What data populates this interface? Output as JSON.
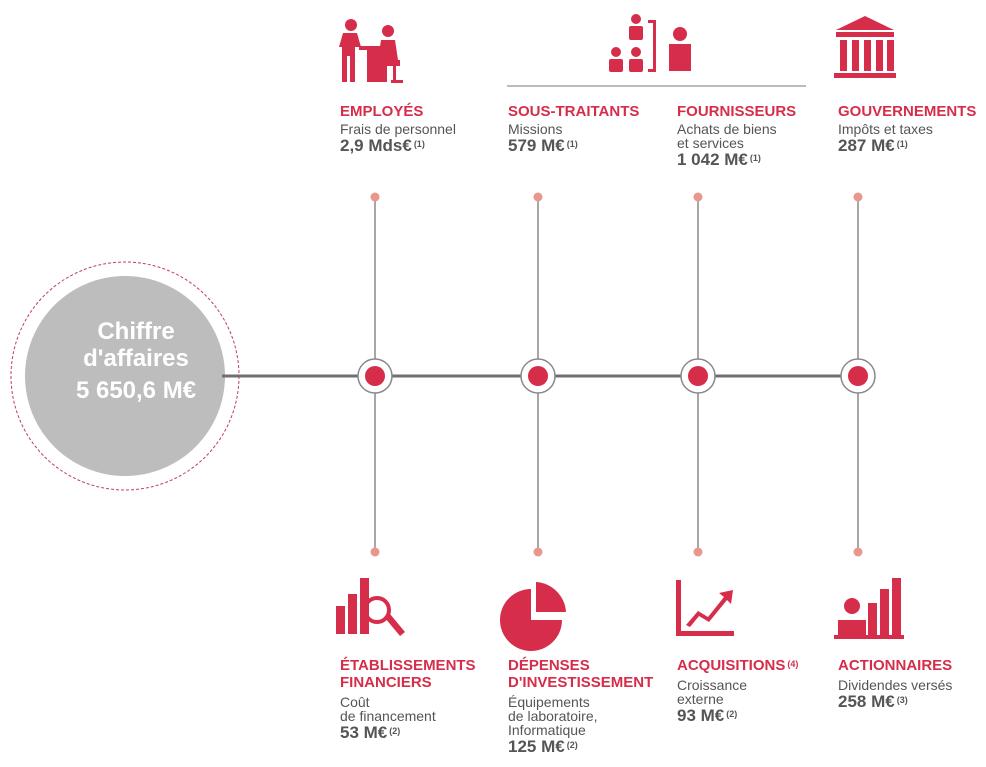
{
  "center": {
    "label_line1": "Chiffre",
    "label_line2": "d'affaires",
    "value": "5 650,6 M€"
  },
  "top": [
    {
      "title": "EMPLOYÉS",
      "desc": [
        "Frais de personnel"
      ],
      "value": "2,9 Mds€",
      "note": "(1)",
      "icon": "employees-icon"
    },
    {
      "title": "SOUS-TRAITANTS",
      "desc": [
        "Missions"
      ],
      "value": "579 M€",
      "note": "(1)",
      "icon": "subcontractors-suppliers-icon"
    },
    {
      "title": "FOURNISSEURS",
      "desc": [
        "Achats de biens",
        "et services"
      ],
      "value": "1 042 M€",
      "note": "(1)",
      "icon": ""
    },
    {
      "title": "GOUVERNEMENTS",
      "desc": [
        "Impôts et taxes"
      ],
      "value": "287 M€",
      "note": "(1)",
      "icon": "government-building-icon"
    }
  ],
  "bottom": [
    {
      "title": [
        "ÉTABLISSEMENTS",
        "FINANCIERS"
      ],
      "title_note": "",
      "desc": [
        "Coût",
        "de financement"
      ],
      "value": "53 M€",
      "note": "(2)",
      "icon": "financial-search-icon"
    },
    {
      "title": [
        "DÉPENSES",
        "D'INVESTISSEMENT"
      ],
      "title_note": "",
      "desc": [
        "Équipements",
        "de laboratoire,",
        "Informatique"
      ],
      "value": "125 M€",
      "note": "(2)",
      "icon": "pie-chart-icon"
    },
    {
      "title": [
        "ACQUISITIONS"
      ],
      "title_note": "(4)",
      "desc": [
        "Croissance",
        "externe"
      ],
      "value": "93 M€",
      "note": "(2)",
      "icon": "growth-chart-icon"
    },
    {
      "title": [
        "ACTIONNAIRES"
      ],
      "title_note": "",
      "desc": [
        "Dividendes versés"
      ],
      "value": "258 M€",
      "note": "(3)",
      "icon": "shareholders-icon"
    }
  ],
  "colors": {
    "accent": "#d62d4a",
    "dot": "#e8978d",
    "line": "#6f6f6f",
    "circle": "#bdbdbd",
    "text": "#555555"
  }
}
